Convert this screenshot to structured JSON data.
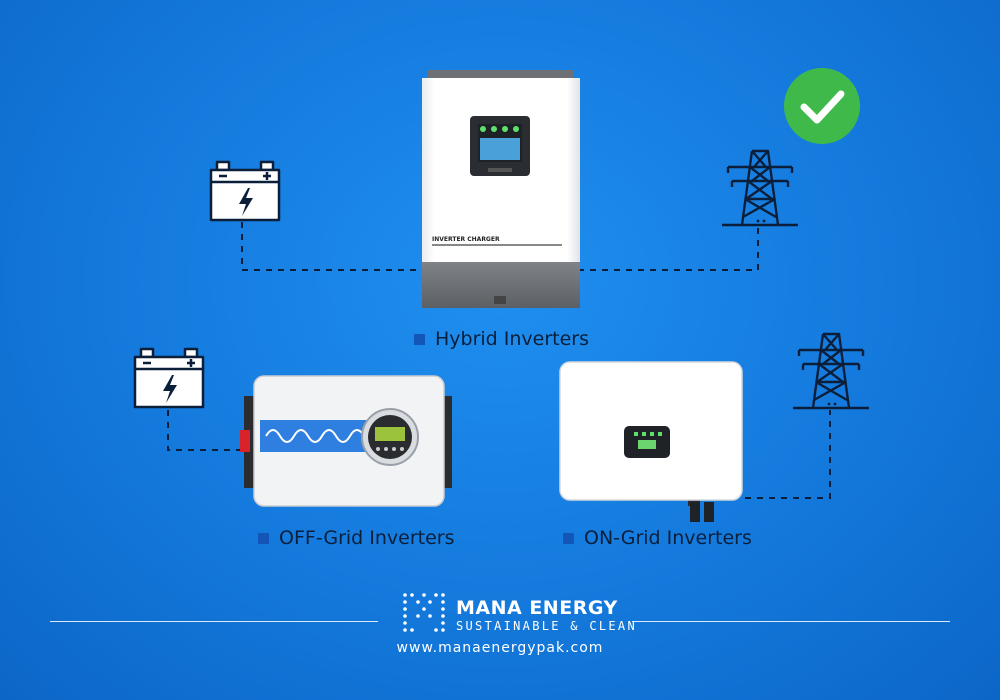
{
  "products": {
    "hybrid": {
      "label": "Hybrid Inverters",
      "panel_title": "INVERTER CHARGER"
    },
    "off_grid": {
      "label": "OFF-Grid Inverters"
    },
    "on_grid": {
      "label": "ON-Grid Inverters"
    }
  },
  "recommended_badge": {
    "icon": "checkmark-icon",
    "color": "#3fba4a"
  },
  "brand": {
    "name": "MANA ENERGY",
    "tagline": "SUSTAINABLE & CLEAN",
    "website": "www.manaenergypak.com"
  },
  "colors": {
    "background": "#1479dc",
    "label_marker": "#1456b8",
    "wave_band": "#2f7fe0"
  },
  "icons": [
    "battery-icon",
    "power-tower-icon",
    "checkmark-icon",
    "mana-logo-icon"
  ]
}
